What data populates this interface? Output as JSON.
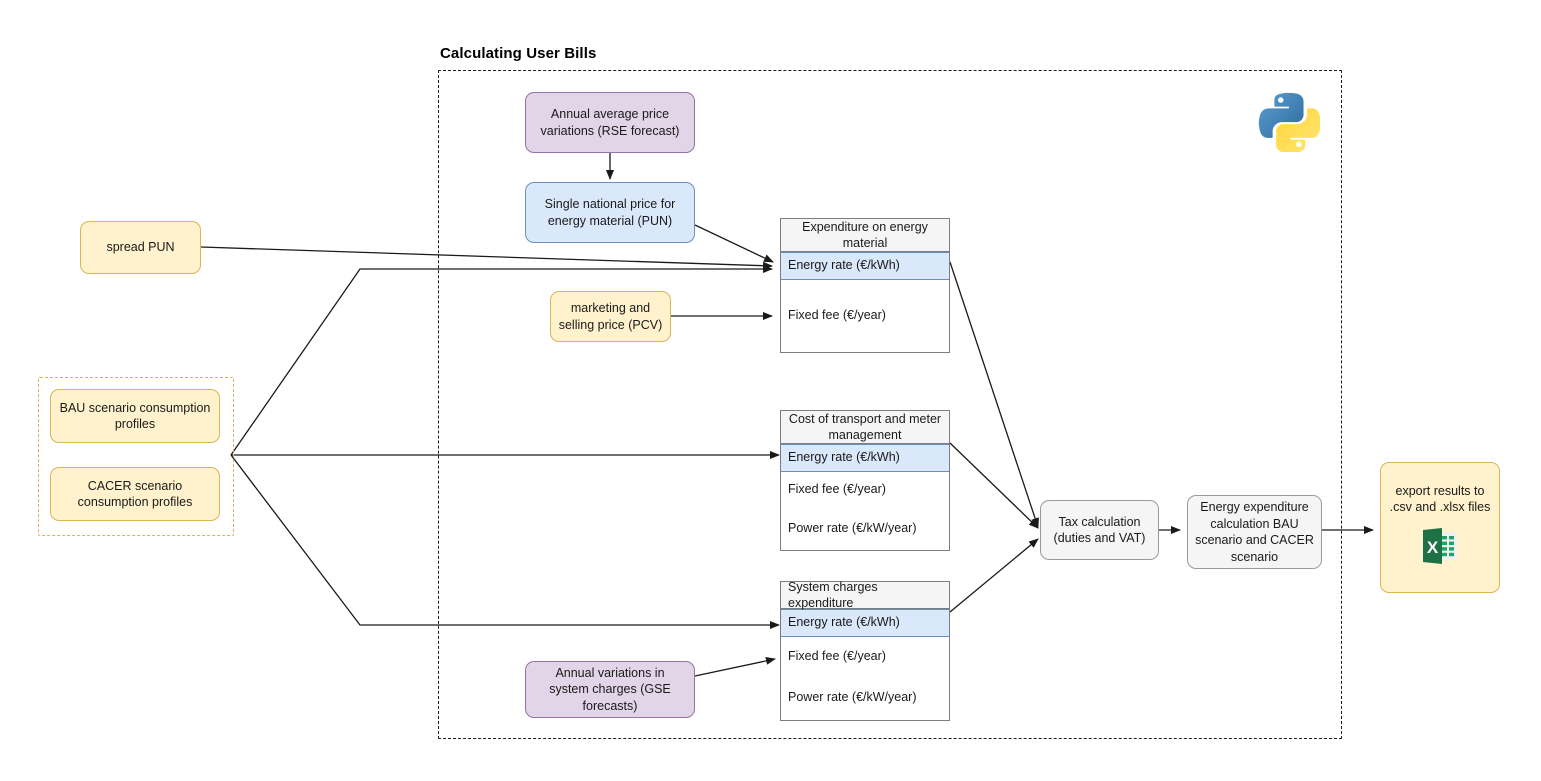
{
  "diagram": {
    "title": "Calculating User Bills",
    "container_label": "calculating-user-bills-boundary"
  },
  "inputs": {
    "spread_pun": "spread PUN",
    "bau_profiles": "BAU scenario consumption profiles",
    "cacer_profiles": "CACER scenario consumption profiles",
    "rse_forecast": "Annual average price variations (RSE forecast)",
    "pcv": "marketing and selling price (PCV)",
    "gse_forecast": "Annual variations in system charges (GSE forecasts)"
  },
  "process": {
    "pun": "Single national price for energy material (PUN)",
    "tax": "Tax calculation\n(duties and VAT)",
    "tax_line1": "Tax calculation",
    "tax_line2": "(duties and VAT)",
    "energy_calc": "Energy expenditure calculation BAU scenario and CACER scenario",
    "export": "export results to .csv and .xlsx files"
  },
  "tables": [
    {
      "id": "expenditure-on-energy-material",
      "header": "Expenditure on energy material",
      "rows": [
        {
          "label": "Energy rate (€/kWh)",
          "highlighted": true
        },
        {
          "label": "Fixed fee (€/year)",
          "highlighted": false
        }
      ]
    },
    {
      "id": "cost-of-transport-and-meter-management",
      "header": "Cost of transport and meter management",
      "rows": [
        {
          "label": "Energy rate (€/kWh)",
          "highlighted": true
        },
        {
          "label": "Fixed fee (€/year)",
          "highlighted": false
        },
        {
          "label": "Power rate (€/kW/year)",
          "highlighted": false
        }
      ]
    },
    {
      "id": "system-charges-expenditure",
      "header": "System charges expenditure",
      "rows": [
        {
          "label": "Energy rate (€/kWh)",
          "highlighted": true
        },
        {
          "label": "Fixed fee (€/year)",
          "highlighted": false
        },
        {
          "label": "Power rate (€/kW/year)",
          "highlighted": false
        }
      ]
    }
  ],
  "icons": {
    "python": "python-logo-icon",
    "excel": "excel-logo-icon"
  },
  "colors": {
    "yellow_fill": "#fff2cc",
    "yellow_stroke": "#d6b656",
    "purple_fill": "#e1d5e7",
    "purple_stroke": "#9673a6",
    "blue_fill": "#dae8fc",
    "blue_stroke": "#6c8ebf",
    "grey_fill": "#f5f5f5",
    "grey_stroke": "#9a9a9a",
    "line": "#1a1a1a",
    "excel_green": "#1e7145",
    "python_blue": "#3d72a4",
    "python_yellow": "#ffd94c"
  }
}
